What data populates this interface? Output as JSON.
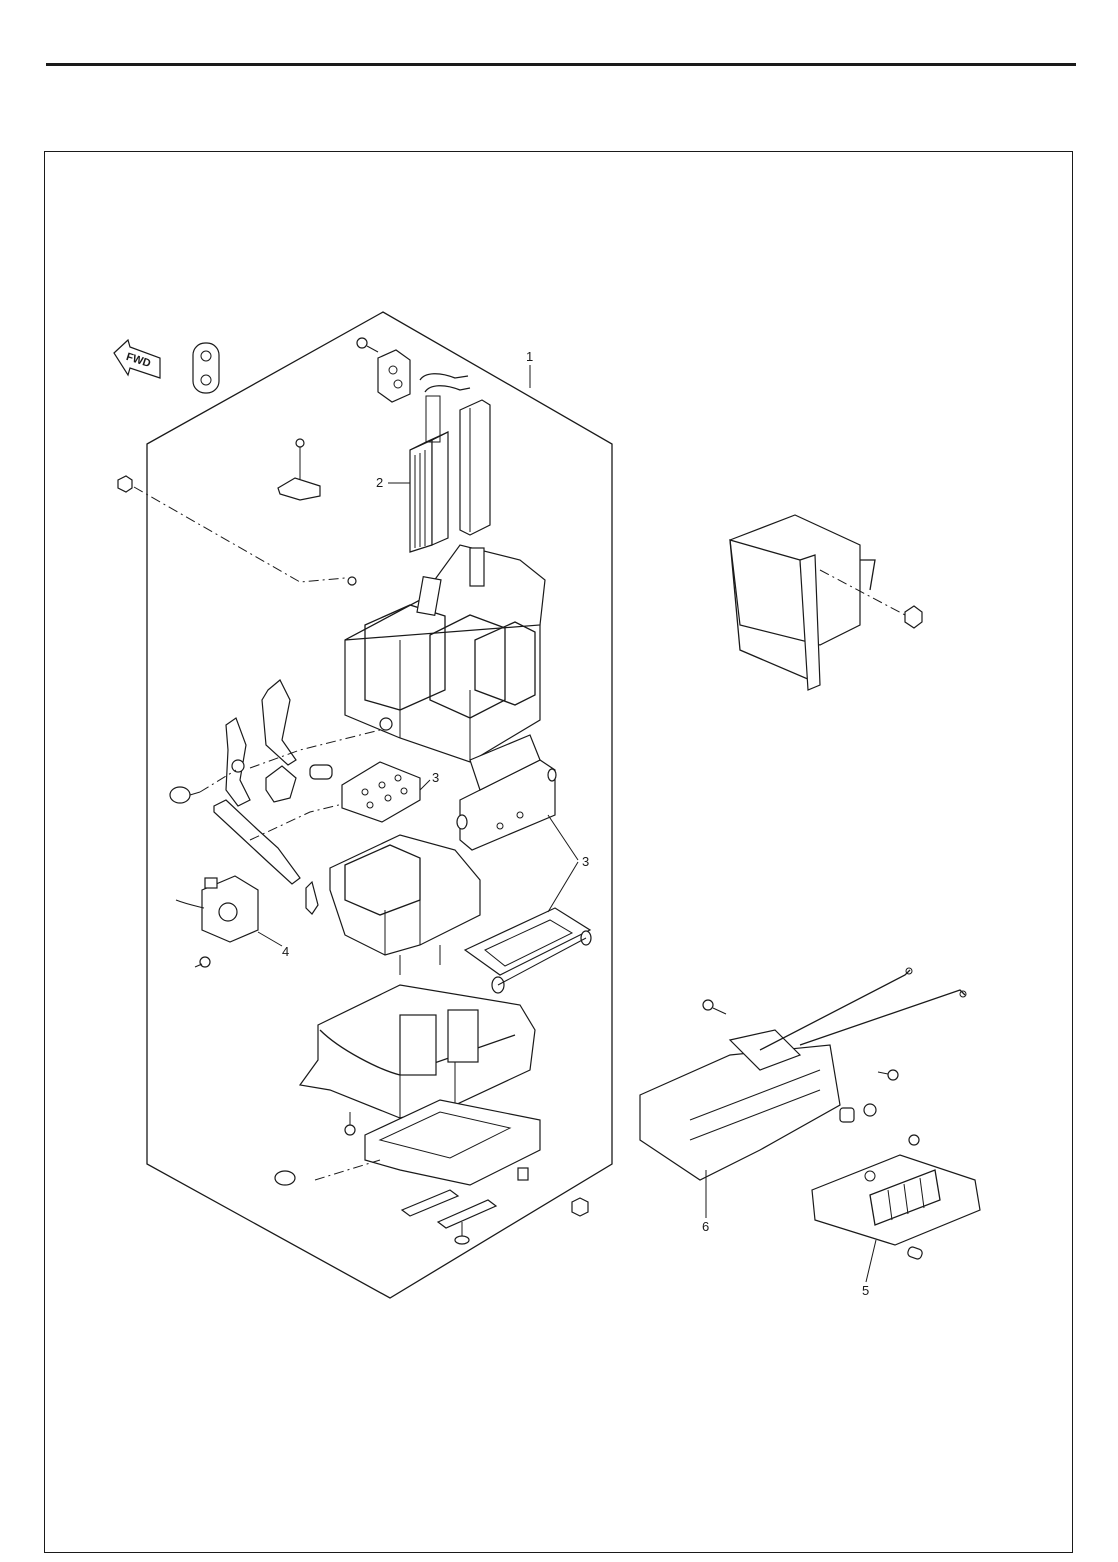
{
  "callouts": {
    "c1": "1",
    "c2": "2",
    "c3a": "3",
    "c3b": "3",
    "c4": "4",
    "c5": "5",
    "c6": "6"
  },
  "fwd_label": "FWD",
  "icons": [
    "fwd-arrow-icon"
  ]
}
